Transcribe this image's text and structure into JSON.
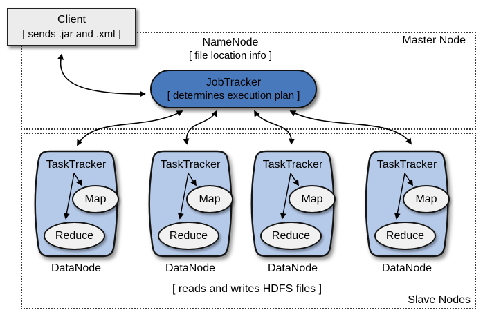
{
  "colors": {
    "jobtracker_fill": "#4879BC",
    "tasktracker_fill": "#B5C9E8",
    "node_fill": "#F1F1F1",
    "client_fill": "#ECECEC"
  },
  "client": {
    "title": "Client",
    "subtitle": "[ sends .jar and .xml ]"
  },
  "master_region": {
    "label": "Master Node"
  },
  "slave_region": {
    "label": "Slave Nodes",
    "caption": "[ reads and writes HDFS files ]"
  },
  "namenode": {
    "title": "NameNode",
    "subtitle": "[ file location info ]"
  },
  "jobtracker": {
    "title": "JobTracker",
    "subtitle": "[ determines execution plan ]"
  },
  "tasktrackers": [
    {
      "title": "TaskTracker",
      "map_label": "Map",
      "reduce_label": "Reduce",
      "datanode_label": "DataNode"
    },
    {
      "title": "TaskTracker",
      "map_label": "Map",
      "reduce_label": "Reduce",
      "datanode_label": "DataNode"
    },
    {
      "title": "TaskTracker",
      "map_label": "Map",
      "reduce_label": "Reduce",
      "datanode_label": "DataNode"
    },
    {
      "title": "TaskTracker",
      "map_label": "Map",
      "reduce_label": "Reduce",
      "datanode_label": "DataNode"
    }
  ]
}
